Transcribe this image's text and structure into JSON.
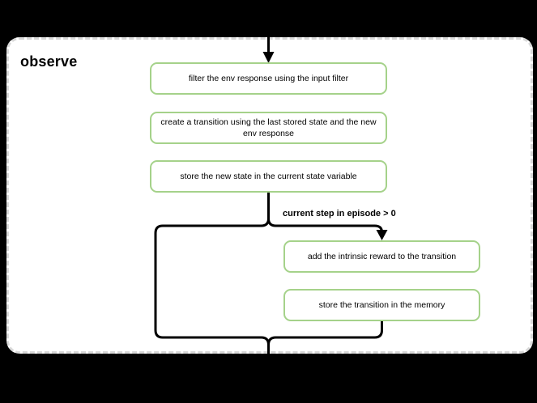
{
  "frame": {
    "title": "observe"
  },
  "flow": {
    "nodes": [
      {
        "id": "filter-env-response",
        "label": "filter the env response using the input filter"
      },
      {
        "id": "create-transition",
        "label": "create a transition using the last stored state and the new env response"
      },
      {
        "id": "store-new-state",
        "label": "store the new state in the current state variable"
      },
      {
        "id": "add-intrinsic-reward",
        "label": "add the intrinsic reward to the transition"
      },
      {
        "id": "store-transition",
        "label": "store the transition in the memory"
      }
    ],
    "branch_label": "current step in episode > 0",
    "colors": {
      "page_background": "#000000",
      "frame_fill": "#ffffff",
      "frame_border": "#d9d9d9",
      "node_border": "#a5d28a",
      "node_fill": "#ffffff",
      "connector": "#000000"
    }
  }
}
